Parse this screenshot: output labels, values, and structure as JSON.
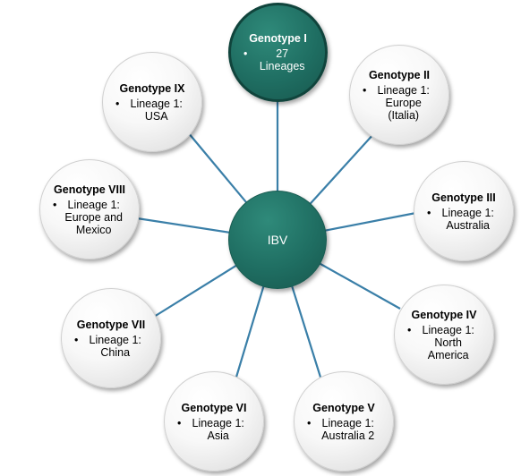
{
  "center": {
    "label": "IBV"
  },
  "nodes": [
    {
      "title": "Genotype I",
      "item": "27 Lineages"
    },
    {
      "title": "Genotype II",
      "item": "Lineage 1: Europe (Italia)"
    },
    {
      "title": "Genotype III",
      "item": "Lineage 1: Australia"
    },
    {
      "title": "Genotype IV",
      "item": "Lineage 1: North America"
    },
    {
      "title": "Genotype V",
      "item": "Lineage 1: Australia 2"
    },
    {
      "title": "Genotype VI",
      "item": "Lineage 1: Asia"
    },
    {
      "title": "Genotype VII",
      "item": "Lineage 1: China"
    },
    {
      "title": "Genotype VIII",
      "item": "Lineage 1: Europe and Mexico"
    },
    {
      "title": "Genotype IX",
      "item": "Lineage 1: USA"
    }
  ],
  "colors": {
    "hub": "#1f6e62",
    "link": "#3a7fa8",
    "bullet": "•"
  }
}
